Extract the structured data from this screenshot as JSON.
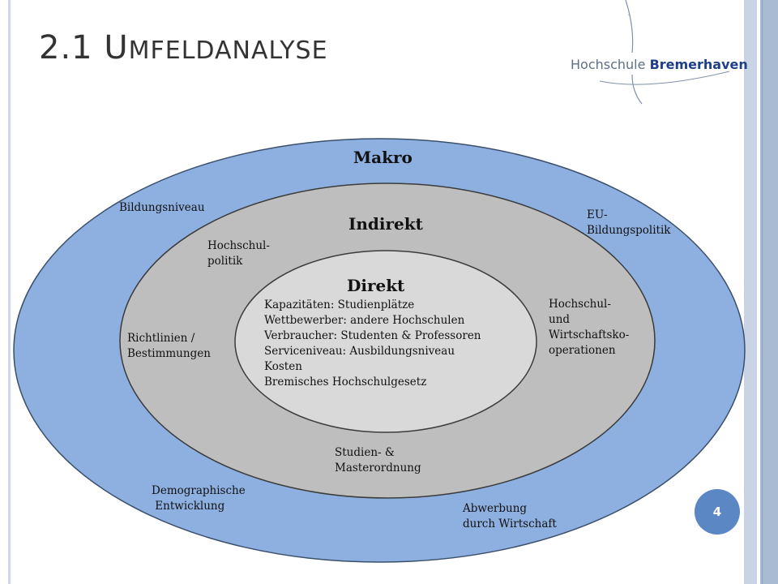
{
  "slide": {
    "title_number": "2.1",
    "title_first_letter": "U",
    "title_rest": "MFELDANALYSE",
    "page_number": "4"
  },
  "logo": {
    "part1": "Hochschule",
    "part2": "Bremerhaven"
  },
  "colors": {
    "outer_ring": "#8db0e0",
    "middle_ring": "#bebebe",
    "inner_core": "#d9d9d9",
    "page_badge": "#5b87c5"
  },
  "diagram": {
    "makro": {
      "heading": "Makro",
      "factors": [
        "Bildungsniveau",
        "EU-\nBildungspolitik",
        "Demographische\n Entwicklung",
        "Abwerbung\ndurch Wirtschaft"
      ]
    },
    "indirekt": {
      "heading": "Indirekt",
      "factors": [
        "Hochschul-\npolitik",
        "Richtlinien /\nBestimmungen",
        "Hochschul-\nund\nWirtschaftsko-\noperationen",
        "Studien- &\nMasterordnung"
      ]
    },
    "direkt": {
      "heading": "Direkt",
      "factors": [
        "Kapazitäten: Studienplätze",
        "Wettbewerber: andere Hochschulen",
        "Verbraucher: Studenten & Professoren",
        "Serviceniveau: Ausbildungsniveau",
        "Kosten",
        "Bremisches Hochschulgesetz"
      ]
    }
  }
}
